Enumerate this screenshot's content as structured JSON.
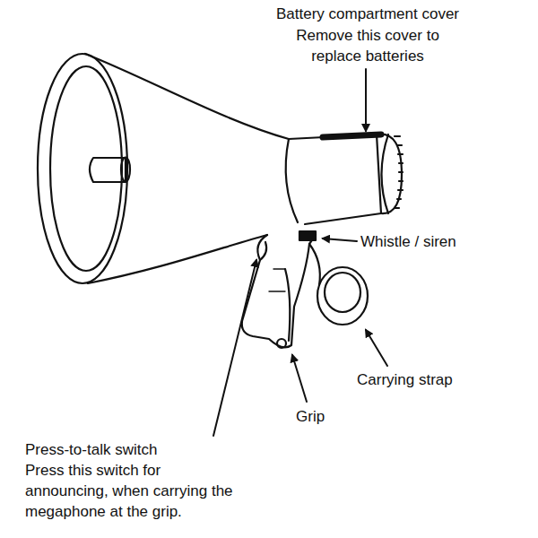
{
  "diagram": {
    "labels": [
      "Battery compartment cover",
      "Remove this cover to replace batteries",
      "Whistle / siren",
      "Carrying strap",
      "Grip",
      "Press-to-talk switch",
      "Press this switch for announcing, when carrying the megaphone at the grip."
    ]
  }
}
